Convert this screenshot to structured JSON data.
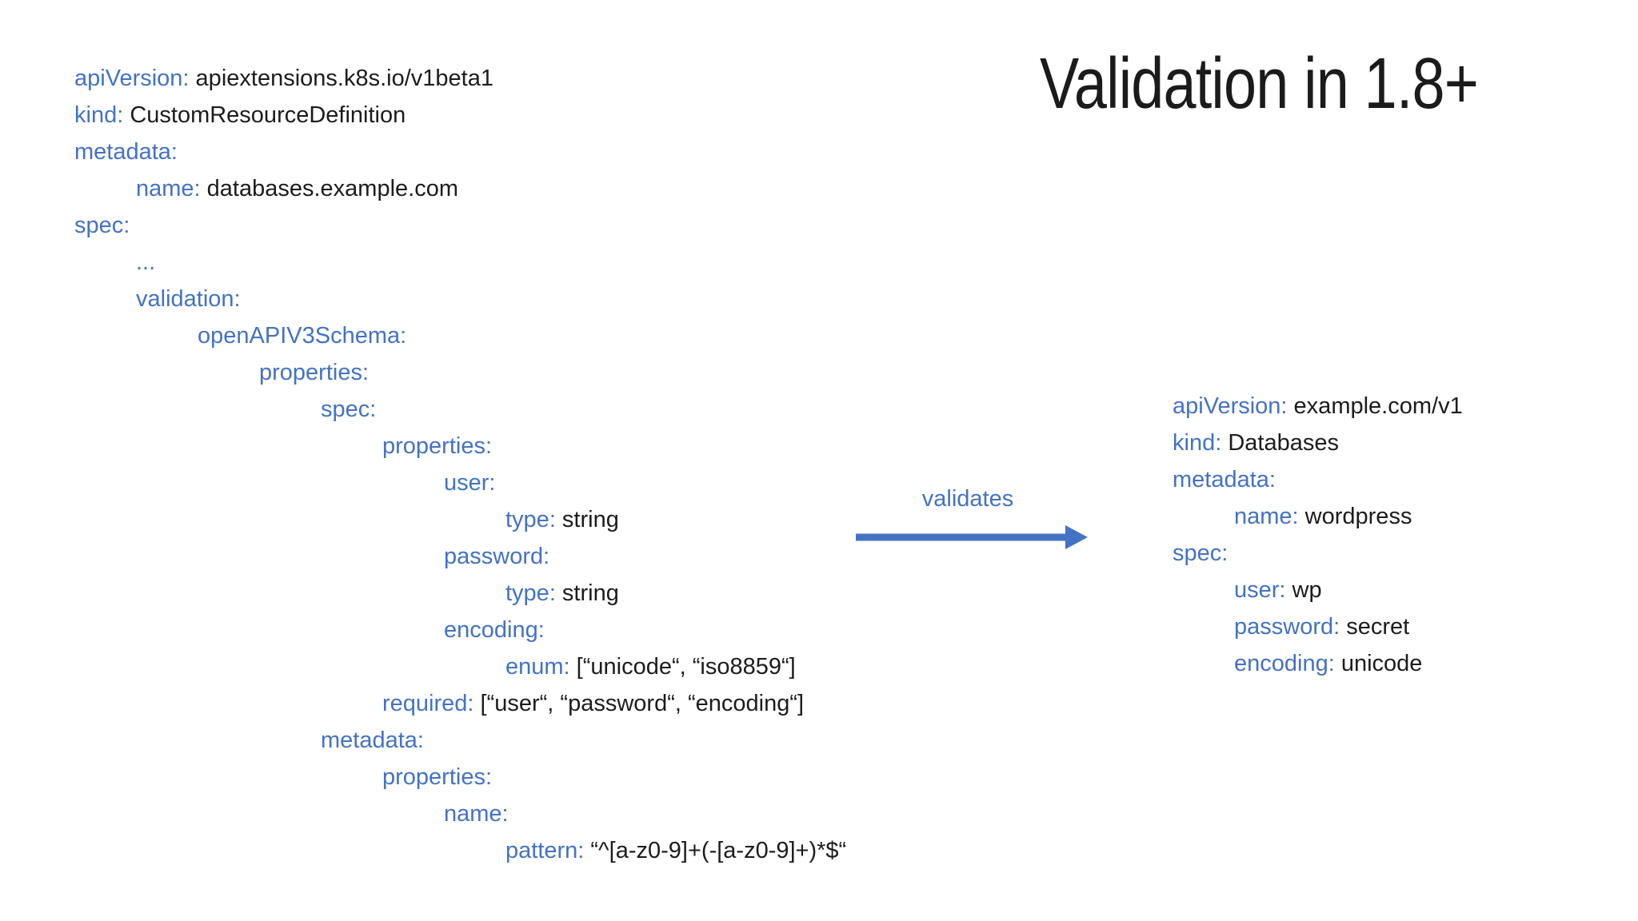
{
  "title": "Validation in 1.8+",
  "arrow": {
    "label": "validates"
  },
  "colors": {
    "background": "#ffffff",
    "title": "#1b1b1b",
    "key": "#4472C4",
    "value": "#1c1c1c",
    "arrow": "#4472C4"
  },
  "crd_yaml": {
    "lines": [
      {
        "indent": 0,
        "key": "apiVersion:",
        "value": "apiextensions.k8s.io/v1beta1"
      },
      {
        "indent": 0,
        "key": "kind:",
        "value": "CustomResourceDefinition"
      },
      {
        "indent": 0,
        "key": "metadata:",
        "value": ""
      },
      {
        "indent": 1,
        "key": "name:",
        "value": "databases.example.com"
      },
      {
        "indent": 0,
        "key": "spec:",
        "value": ""
      },
      {
        "indent": 1,
        "key": "...",
        "value": ""
      },
      {
        "indent": 1,
        "key": "validation:",
        "value": ""
      },
      {
        "indent": 2,
        "key": "openAPIV3Schema:",
        "value": ""
      },
      {
        "indent": 3,
        "key": "properties:",
        "value": ""
      },
      {
        "indent": 4,
        "key": "spec:",
        "value": ""
      },
      {
        "indent": 5,
        "key": "properties:",
        "value": ""
      },
      {
        "indent": 6,
        "key": "user:",
        "value": ""
      },
      {
        "indent": 7,
        "key": "type:",
        "value": "string"
      },
      {
        "indent": 6,
        "key": "password:",
        "value": ""
      },
      {
        "indent": 7,
        "key": "type:",
        "value": "string"
      },
      {
        "indent": 6,
        "key": "encoding:",
        "value": ""
      },
      {
        "indent": 7,
        "key": "enum:",
        "value": "[“unicode“, “iso8859“]"
      },
      {
        "indent": 5,
        "key": "required:",
        "value": "[“user“, “password“, “encoding“]"
      },
      {
        "indent": 4,
        "key": "metadata:",
        "value": ""
      },
      {
        "indent": 5,
        "key": "properties:",
        "value": ""
      },
      {
        "indent": 6,
        "key": "name:",
        "value": ""
      },
      {
        "indent": 7,
        "key": "pattern:",
        "value": "“^[a-z0-9]+(-[a-z0-9]+)*$“"
      }
    ]
  },
  "cr_yaml": {
    "lines": [
      {
        "indent": 0,
        "key": "apiVersion:",
        "value": "example.com/v1"
      },
      {
        "indent": 0,
        "key": "kind:",
        "value": "Databases"
      },
      {
        "indent": 0,
        "key": "metadata:",
        "value": ""
      },
      {
        "indent": 1,
        "key": "name:",
        "value": "wordpress"
      },
      {
        "indent": 0,
        "key": "spec:",
        "value": ""
      },
      {
        "indent": 1,
        "key": "user:",
        "value": "wp"
      },
      {
        "indent": 1,
        "key": "password:",
        "value": "secret"
      },
      {
        "indent": 1,
        "key": "encoding:",
        "value": "unicode"
      }
    ]
  }
}
